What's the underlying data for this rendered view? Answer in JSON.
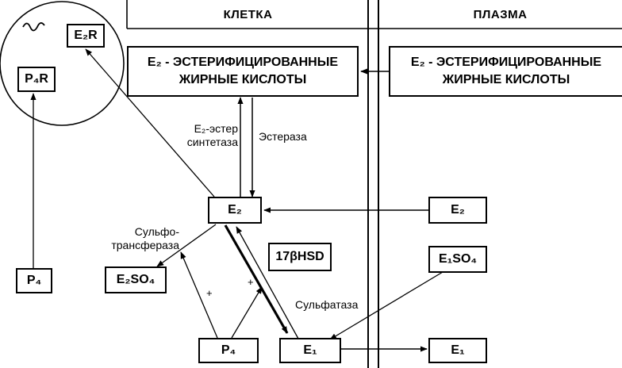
{
  "headers": {
    "cell": "КЛЕТКА",
    "plasma": "ПЛАЗМА"
  },
  "boxes": {
    "cell_esters": {
      "line1": "E₂ - ЭСТЕРИФИЦИРОВАННЫЕ",
      "line2": "ЖИРНЫЕ КИСЛОТЫ"
    },
    "plasma_esters": {
      "line1": "E₂ - ЭСТЕРИФИЦИРОВАННЫЕ",
      "line2": "ЖИРНЫЕ КИСЛОТЫ"
    },
    "e2r": "E₂R",
    "p4r": "P₄R",
    "e2_cell": "E₂",
    "e2_plasma": "E₂",
    "e1so4_plasma": "E₁SO₄",
    "p4_left": "P₄",
    "e2so4": "E₂SO₄",
    "hsd": "17βHSD",
    "p4_bottom": "P₄",
    "e1_cell": "E₁",
    "e1_plasma": "E₁"
  },
  "labels": {
    "ester_synthetase_1": "E₂-эстер",
    "ester_synthetase_2": "синтетаза",
    "esterase": "Эстераза",
    "sulfotransferase_1": "Сульфо-",
    "sulfotransferase_2": "трансфераза",
    "sulfatase": "Сульфатаза",
    "plus_1": "+",
    "plus_2": "+"
  },
  "colors": {
    "ink": "#000000",
    "background": "#ffffff"
  }
}
